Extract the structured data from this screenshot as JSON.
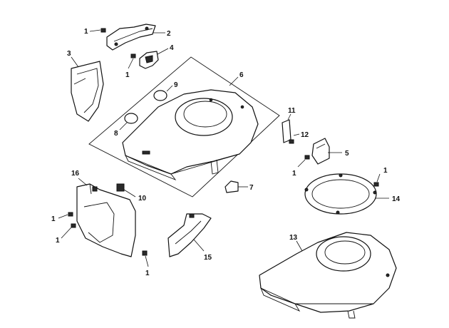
{
  "callouts": [
    {
      "id": "c1a",
      "text": "1"
    },
    {
      "id": "c2",
      "text": "2"
    },
    {
      "id": "c3",
      "text": "3"
    },
    {
      "id": "c4",
      "text": "4"
    },
    {
      "id": "c1b",
      "text": "1"
    },
    {
      "id": "c6",
      "text": "6"
    },
    {
      "id": "c9",
      "text": "9"
    },
    {
      "id": "c8",
      "text": "8"
    },
    {
      "id": "c11",
      "text": "11"
    },
    {
      "id": "c12",
      "text": "12"
    },
    {
      "id": "c5",
      "text": "5"
    },
    {
      "id": "c1c",
      "text": "1"
    },
    {
      "id": "c1d",
      "text": "1"
    },
    {
      "id": "c14",
      "text": "14"
    },
    {
      "id": "c16",
      "text": "16"
    },
    {
      "id": "c10",
      "text": "10"
    },
    {
      "id": "c7",
      "text": "7"
    },
    {
      "id": "c1e",
      "text": "1"
    },
    {
      "id": "c1f",
      "text": "1"
    },
    {
      "id": "c15",
      "text": "15"
    },
    {
      "id": "c1g",
      "text": "1"
    },
    {
      "id": "c13",
      "text": "13"
    }
  ]
}
